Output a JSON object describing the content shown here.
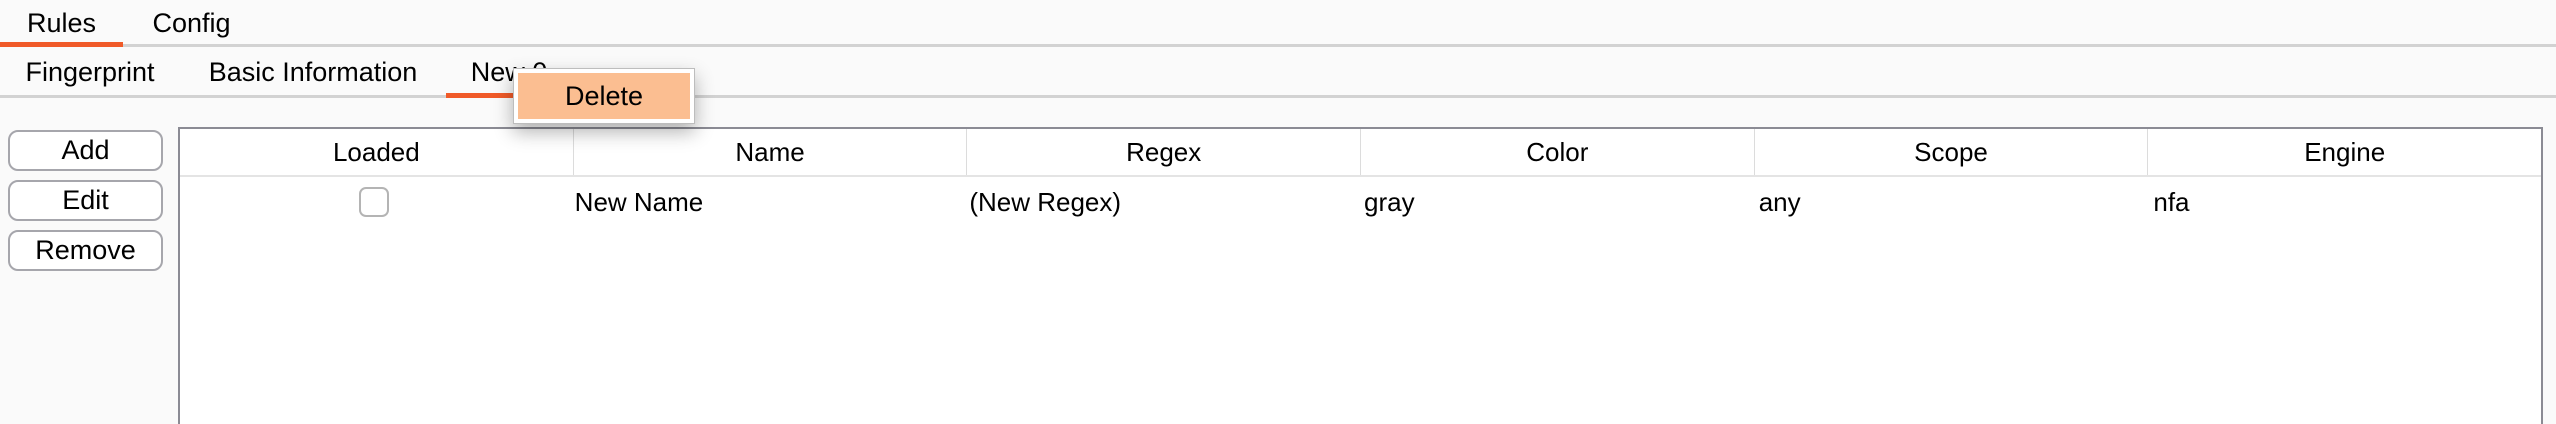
{
  "primary_tabs": [
    {
      "label": "Rules",
      "selected": true
    },
    {
      "label": "Config",
      "selected": false
    }
  ],
  "secondary_tabs": [
    {
      "label": "Fingerprint",
      "selected": false
    },
    {
      "label": "Basic Information",
      "selected": false
    },
    {
      "label": "New 0",
      "selected": true
    }
  ],
  "context_menu": {
    "items": [
      {
        "label": "Delete",
        "highlighted": true
      }
    ]
  },
  "action_buttons": [
    {
      "label": "Add"
    },
    {
      "label": "Edit"
    },
    {
      "label": "Remove"
    }
  ],
  "table": {
    "columns": [
      "Loaded",
      "Name",
      "Regex",
      "Color",
      "Scope",
      "Engine"
    ],
    "rows": [
      {
        "loaded": false,
        "name": "New Name",
        "regex": "(New Regex)",
        "color": "gray",
        "scope": "any",
        "engine": "nfa"
      }
    ]
  },
  "colors": {
    "accent_underline": "#f05a28",
    "menu_highlight": "#fbbe91",
    "tabbar_divider": "#d2d2d2",
    "table_border": "#8b8b94"
  }
}
